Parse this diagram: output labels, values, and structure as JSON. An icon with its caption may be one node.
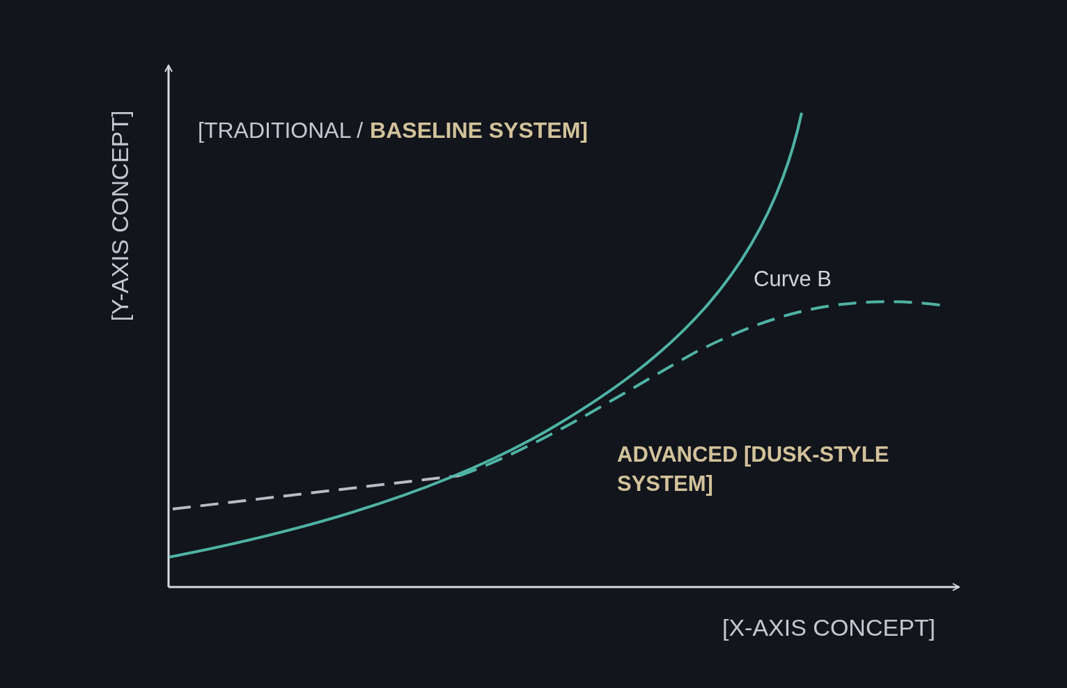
{
  "diagram": {
    "labels": [
      "[Y-AXIS CONCEPT]",
      "[TRADITIONAL /",
      "BASELINE SYSTEM]",
      "Curve B",
      "ADVANCED [DUSK-STYLE SYSTEM]",
      "[X-AXIS CONCEPT]"
    ]
  }
}
